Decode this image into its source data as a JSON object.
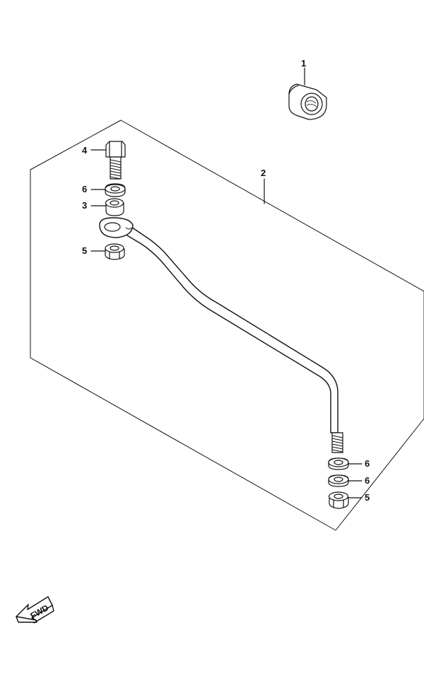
{
  "diagram": {
    "callouts": {
      "c1": "1",
      "c2": "2",
      "c4": "4",
      "c6a": "6",
      "c3": "3",
      "c5a": "5",
      "c6b": "6",
      "c6c": "6",
      "c5b": "5"
    },
    "fwd_label": "FWD",
    "line_color": "#111111",
    "part_fill": "#ffffff"
  }
}
